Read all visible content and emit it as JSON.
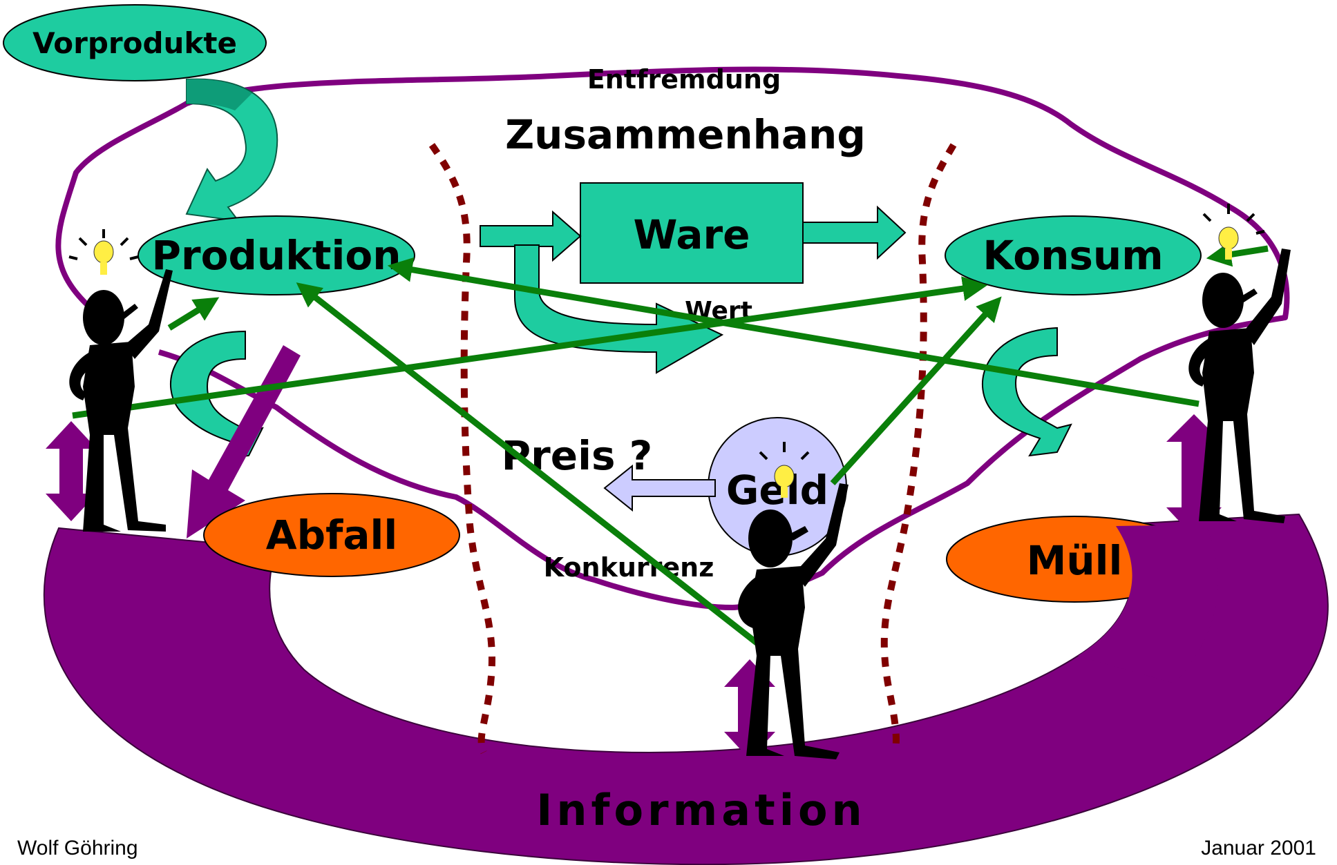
{
  "labels": {
    "vorprodukte": "Vorprodukte",
    "produktion": "Produktion",
    "konsum": "Konsum",
    "ware": "Ware",
    "wert": "Wert",
    "entfremdung": "Entfremdung",
    "zusammenhang": "Zusammenhang",
    "preis": "Preis ?",
    "geld": "Geld",
    "abfall": "Abfall",
    "muell": "Müll",
    "konkurrenz": "Konkurrenz",
    "information": "Information"
  },
  "footer": {
    "author": "Wolf Göhring",
    "date": "Januar 2001"
  },
  "colors": {
    "teal": "#1ECCA0",
    "dark_teal": "#0E9C78",
    "purple": "#7F007F",
    "green_arrow": "#0A7F0A",
    "orange": "#FF6600",
    "lavender": "#CCCCFF",
    "dotted_brown": "#800000",
    "bulb": "#FFEE44"
  }
}
